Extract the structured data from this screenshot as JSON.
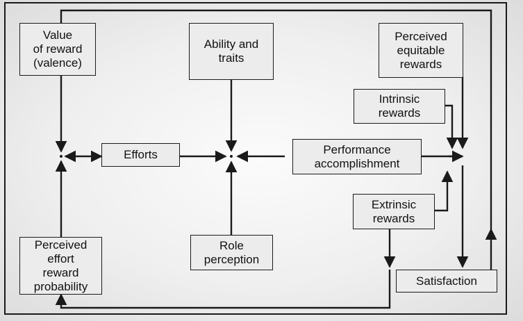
{
  "boxes": {
    "value_of_reward": "Value\nof reward\n(valence)",
    "ability_traits": "Ability and\ntraits",
    "perceived_equitable": "Perceived\nequitable\nrewards",
    "intrinsic": "Intrinsic\nrewards",
    "efforts": "Efforts",
    "performance": "Performance\naccomplishment",
    "extrinsic": "Extrinsic\nrewards",
    "perceived_effort": "Perceived\neffort\nreward\nprobability",
    "role_perception": "Role\nperception",
    "satisfaction": "Satisfaction"
  },
  "colors": {
    "line": "#1a1a1a",
    "box_fill": "#ececec"
  }
}
